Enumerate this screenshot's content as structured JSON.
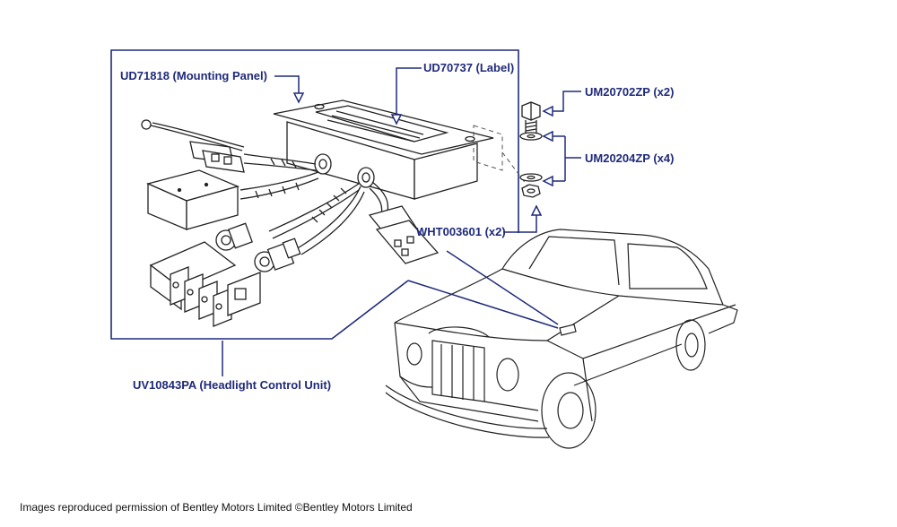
{
  "diagram": {
    "callouts": {
      "mounting_panel": "UD71818 (Mounting Panel)",
      "label": "UD70737 (Label)",
      "bolt": "UM20702ZP (x2)",
      "washer": "UM20204ZP (x4)",
      "connector": "WHT003601 (x2)",
      "control_unit": "UV10843PA (Headlight Control Unit)"
    },
    "credit": "Images reproduced permission of Bentley Motors Limited ©Bentley Motors Limited",
    "colors": {
      "callout_text": "#1f2a7a",
      "leader_line": "#1f2a7a",
      "drawing_line": "#222222",
      "background": "#ffffff"
    }
  }
}
